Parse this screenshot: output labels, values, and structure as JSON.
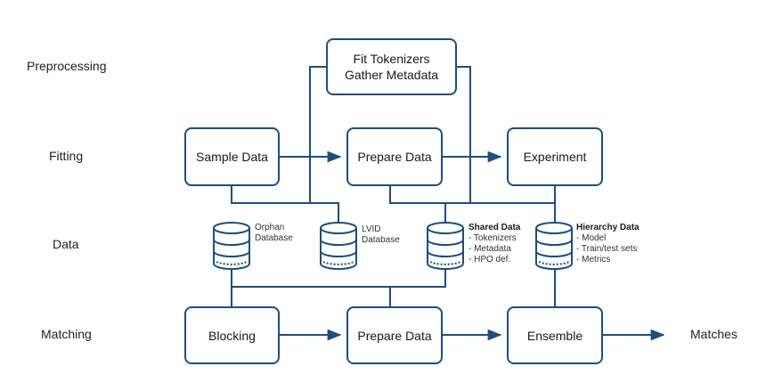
{
  "rows": {
    "preprocessing": "Preprocessing",
    "fitting": "Fitting",
    "data": "Data",
    "matching": "Matching"
  },
  "nodes": {
    "fit_tokenizers": [
      "Fit Tokenizers",
      "Gather Metadata"
    ],
    "sample_data": "Sample Data",
    "prepare_data_fitting": "Prepare Data",
    "experiment": "Experiment",
    "blocking": "Blocking",
    "prepare_data_matching": "Prepare Data",
    "ensemble": "Ensemble"
  },
  "databases": {
    "orphan": [
      "Orphan",
      "Database"
    ],
    "lvid": [
      "LVID",
      "Database"
    ],
    "shared": {
      "title": "Shared Data",
      "items": [
        "- Tokenizers",
        "- Metadata",
        "- HPO def."
      ]
    },
    "hierarchy": {
      "title": "Hierarchy Data",
      "items": [
        "- Model",
        "- Train/test sets",
        "- Metrics"
      ]
    }
  },
  "outputs": {
    "matches": "Matches"
  },
  "colors": {
    "line": "#1f4e79",
    "db_fill": "#ffffff"
  }
}
